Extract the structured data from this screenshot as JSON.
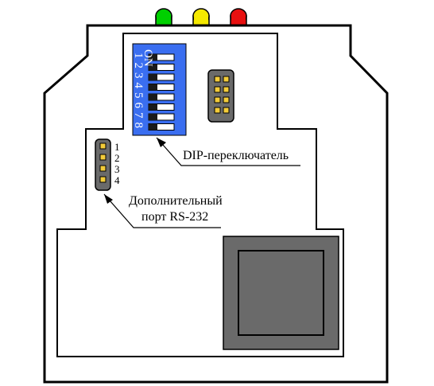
{
  "leds": [
    {
      "name": "green-led",
      "color": "#00d000"
    },
    {
      "name": "yellow-led",
      "color": "#f4e800"
    },
    {
      "name": "red-led",
      "color": "#e81010"
    }
  ],
  "dip_switch": {
    "on_label": "ON",
    "numbers": [
      "1",
      "2",
      "3",
      "4",
      "5",
      "6",
      "7",
      "8"
    ],
    "color": "#3a6ef0"
  },
  "rs232_port": {
    "pins": [
      "1",
      "2",
      "3",
      "4"
    ]
  },
  "labels": {
    "dip": "DIP-переключатель",
    "rs232_line1": "Дополнительный",
    "rs232_line2": "порт RS-232"
  }
}
